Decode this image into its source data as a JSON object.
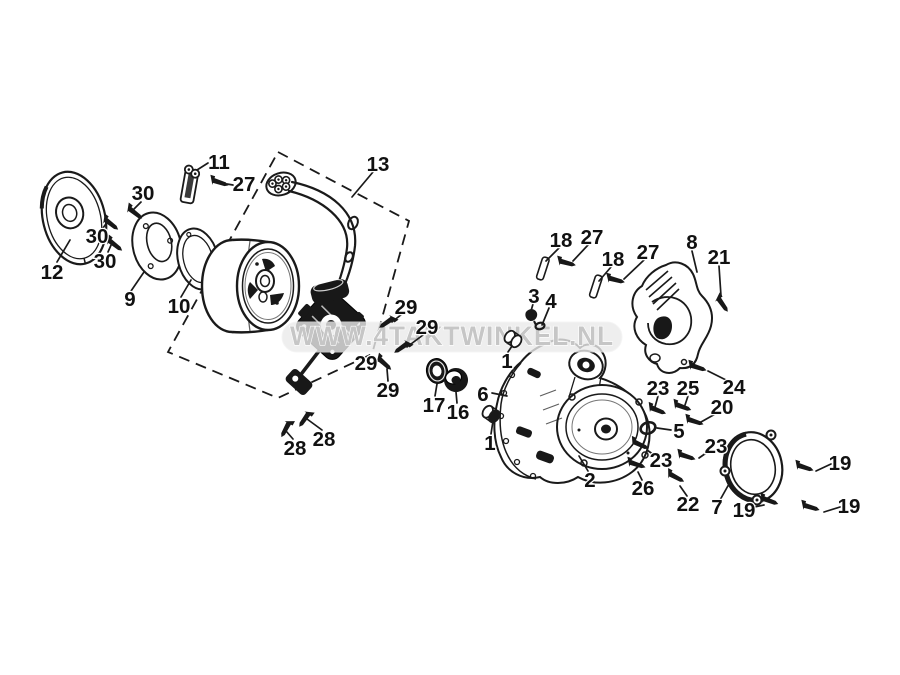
{
  "figure": {
    "type": "exploded-parts-diagram",
    "background_color": "#ffffff",
    "line_color": "#1a1a1a",
    "part_numbers_shown": [
      "1",
      "2",
      "3",
      "4",
      "5",
      "6",
      "7",
      "8",
      "9",
      "10",
      "11",
      "12",
      "13",
      "16",
      "17",
      "18",
      "19",
      "20",
      "21",
      "22",
      "23",
      "24",
      "25",
      "26",
      "27",
      "28",
      "29",
      "30"
    ]
  },
  "watermark": {
    "text": "WWW.4TAKTWINKEL.NL",
    "band_color": "#eaeaea",
    "text_color": "#c6c6c6"
  },
  "callouts": [
    {
      "label": "12"
    },
    {
      "label": "30"
    },
    {
      "label": "30"
    },
    {
      "label": "30"
    },
    {
      "label": "9"
    },
    {
      "label": "10"
    },
    {
      "label": "11"
    },
    {
      "label": "27"
    },
    {
      "label": "13"
    },
    {
      "label": "29"
    },
    {
      "label": "29"
    },
    {
      "label": "29"
    },
    {
      "label": "29"
    },
    {
      "label": "28"
    },
    {
      "label": "28"
    },
    {
      "label": "17"
    },
    {
      "label": "16"
    },
    {
      "label": "6"
    },
    {
      "label": "1"
    },
    {
      "label": "1"
    },
    {
      "label": "3"
    },
    {
      "label": "4"
    },
    {
      "label": "18"
    },
    {
      "label": "27"
    },
    {
      "label": "18"
    },
    {
      "label": "27"
    },
    {
      "label": "8"
    },
    {
      "label": "21"
    },
    {
      "label": "24"
    },
    {
      "label": "23"
    },
    {
      "label": "25"
    },
    {
      "label": "20"
    },
    {
      "label": "5"
    },
    {
      "label": "23"
    },
    {
      "label": "23"
    },
    {
      "label": "26"
    },
    {
      "label": "22"
    },
    {
      "label": "2"
    },
    {
      "label": "7"
    },
    {
      "label": "19"
    },
    {
      "label": "19"
    },
    {
      "label": "19"
    }
  ]
}
